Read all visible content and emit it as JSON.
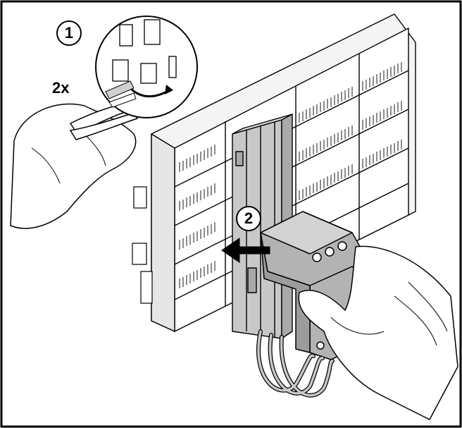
{
  "steps": {
    "step1_number": "1",
    "step1_multiplier": "2x",
    "step2_number": "2"
  },
  "icons": [
    "pliers-icon",
    "hand-icon",
    "arrow-icon",
    "circuit-breaker-icon",
    "wire-icon"
  ],
  "colors": {
    "outline": "#000000",
    "frame_fill": "#ffffff",
    "module_fill": "#c8c8c8",
    "module_dark": "#a9a9a9",
    "breaker_fill": "#b3b3b3",
    "arrow_fill": "#000000"
  }
}
